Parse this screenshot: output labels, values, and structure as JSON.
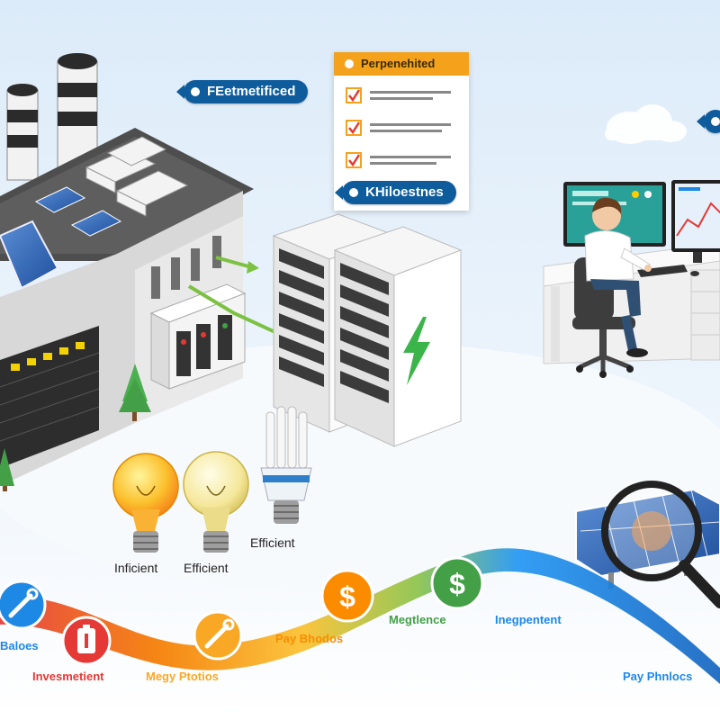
{
  "callouts": {
    "top_left": "FEetmetificed",
    "checklist_title": "Perpenehited",
    "checklist_footer": "KHiloestnes"
  },
  "bulbs": {
    "label_1": "Inficient",
    "label_2": "Efficient",
    "label_3": "Efficient"
  },
  "stages": [
    {
      "label": "Baloes",
      "icon": "wrench-icon",
      "color": "#1e88e5"
    },
    {
      "label": "Invesmetient",
      "icon": "battery-icon",
      "color": "#e53935"
    },
    {
      "label": "Megy Ptotios",
      "icon": "wrench-icon",
      "color": "#f9a825"
    },
    {
      "label": "Pay Bhodos",
      "icon": "dollar-icon",
      "color": "#fb8c00"
    },
    {
      "label": "Megtlence",
      "icon": "dollar-icon",
      "color": "#43a047"
    },
    {
      "label": "Inegpentent",
      "icon": "",
      "color": "#1e88e5"
    },
    {
      "label": "Pay Phnlocs",
      "icon": "",
      "color": "#1e88e5"
    }
  ],
  "colors": {
    "sky": "#e6f1fb",
    "brand_blue": "#0f5c9c",
    "orange": "#f4a21c",
    "energy_green": "#3bb54a"
  }
}
